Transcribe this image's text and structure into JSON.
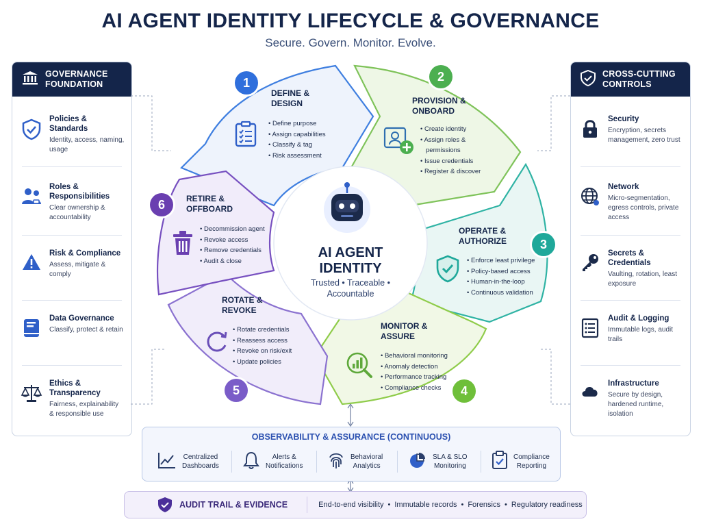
{
  "header": {
    "title": "AI AGENT IDENTITY LIFECYCLE & GOVERNANCE",
    "subtitle": "Secure. Govern. Monitor. Evolve."
  },
  "governance": {
    "title": "GOVERNANCE FOUNDATION",
    "items": [
      {
        "title": "Policies & Standards",
        "desc": "Identity, access, naming, usage",
        "icon": "shield-icon"
      },
      {
        "title": "Roles & Responsibilities",
        "desc": "Clear ownership & accountability",
        "icon": "people-icon"
      },
      {
        "title": "Risk & Compliance",
        "desc": "Assess, mitigate & comply",
        "icon": "warning-icon"
      },
      {
        "title": "Data Governance",
        "desc": "Classify, protect & retain",
        "icon": "book-icon"
      },
      {
        "title": "Ethics & Transparency",
        "desc": "Fairness, explainability & responsible use",
        "icon": "scales-icon"
      }
    ]
  },
  "controls": {
    "title": "CROSS-CUTTING CONTROLS",
    "items": [
      {
        "title": "Security",
        "desc": "Encryption, secrets management, zero trust",
        "icon": "lock-icon"
      },
      {
        "title": "Network",
        "desc": "Micro-segmentation, egress controls, private access",
        "icon": "globe-icon"
      },
      {
        "title": "Secrets & Credentials",
        "desc": "Vaulting, rotation, least exposure",
        "icon": "key-icon"
      },
      {
        "title": "Audit & Logging",
        "desc": "Immutable logs, audit trails",
        "icon": "log-icon"
      },
      {
        "title": "Infrastructure",
        "desc": "Secure by design, hardened runtime, isolation",
        "icon": "cloud-icon"
      }
    ]
  },
  "center": {
    "title_line1": "AI AGENT",
    "title_line2": "IDENTITY",
    "tagline1": "Trusted • Traceable •",
    "tagline2": "Accountable"
  },
  "stages": [
    {
      "number": "1",
      "title1": "DEFINE &",
      "title2": "DESIGN",
      "bullets": [
        "Define purpose",
        "Assign capabilities",
        "Classify & tag",
        "Risk assessment"
      ],
      "color": "#2f6fdc"
    },
    {
      "number": "2",
      "title1": "PROVISION &",
      "title2": "ONBOARD",
      "bullets": [
        "Create identity",
        "Assign roles &",
        "permissions",
        "Issue credentials",
        "Register & discover"
      ],
      "color": "#4caf50"
    },
    {
      "number": "3",
      "title1": "OPERATE &",
      "title2": "AUTHORIZE",
      "bullets": [
        "Enforce least privilege",
        "Policy-based access",
        "Human-in-the-loop",
        "Continuous validation"
      ],
      "color": "#1fa89a"
    },
    {
      "number": "4",
      "title1": "MONITOR &",
      "title2": "ASSURE",
      "bullets": [
        "Behavioral monitoring",
        "Anomaly detection",
        "Performance tracking",
        "Compliance checks"
      ],
      "color": "#6fbf3a"
    },
    {
      "number": "5",
      "title1": "ROTATE &",
      "title2": "REVOKE",
      "bullets": [
        "Rotate credentials",
        "Reassess access",
        "Revoke on risk/exit",
        "Update policies"
      ],
      "color": "#7a5cc8"
    },
    {
      "number": "6",
      "title1": "RETIRE &",
      "title2": "OFFBOARD",
      "bullets": [
        "Decommission agent",
        "Revoke access",
        "Remove credentials",
        "Audit & close"
      ],
      "color": "#6a3fb0"
    }
  ],
  "observability": {
    "title": "OBSERVABILITY & ASSURANCE (CONTINUOUS)",
    "items": [
      {
        "label1": "Centralized",
        "label2": "Dashboards",
        "icon": "chart-line-icon"
      },
      {
        "label1": "Alerts &",
        "label2": "Notifications",
        "icon": "bell-icon"
      },
      {
        "label1": "Behavioral",
        "label2": "Analytics",
        "icon": "fingerprint-icon"
      },
      {
        "label1": "SLA & SLO",
        "label2": "Monitoring",
        "icon": "pie-chart-icon"
      },
      {
        "label1": "Compliance",
        "label2": "Reporting",
        "icon": "clipboard-check-icon"
      }
    ]
  },
  "audit": {
    "title": "AUDIT TRAIL & EVIDENCE",
    "points": [
      "End-to-end visibility",
      "Immutable records",
      "Forensics",
      "Regulatory readiness"
    ]
  }
}
